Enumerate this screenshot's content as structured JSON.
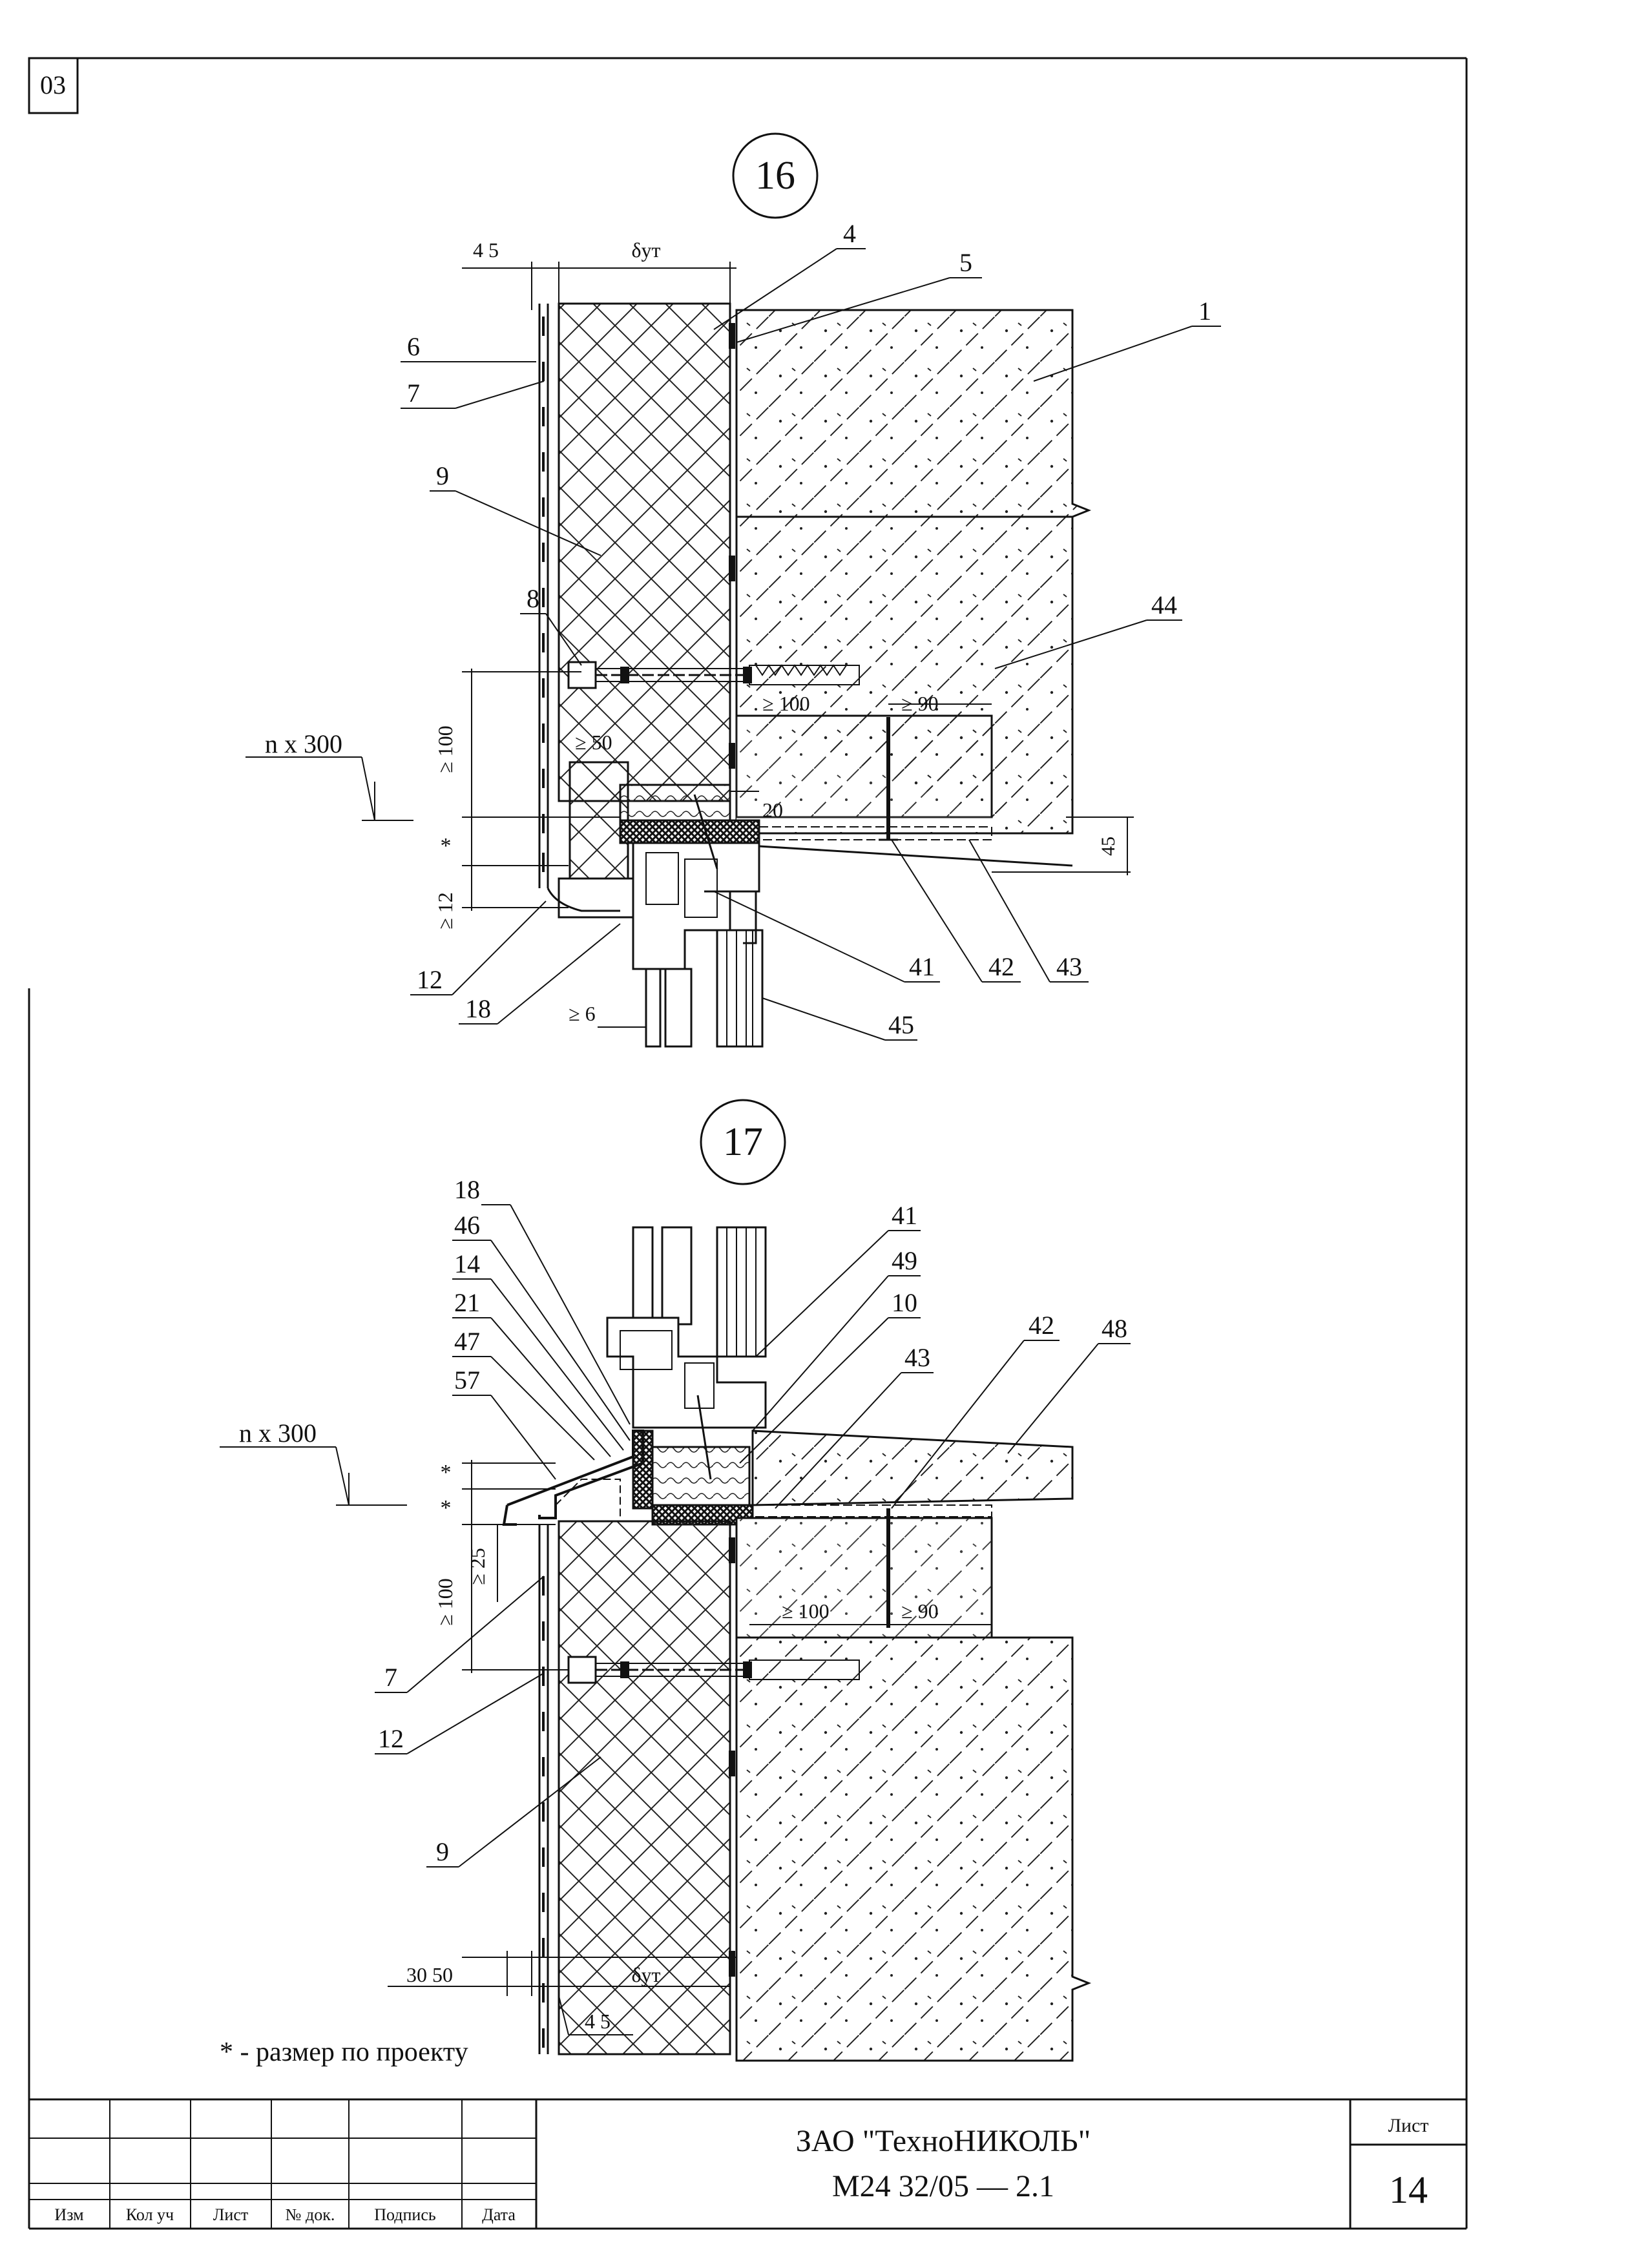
{
  "sheet_code": "03",
  "note": "* - размер по проекту",
  "detail16": {
    "number": "16",
    "dim_top_left": "4 5",
    "dim_top_ins": "δут",
    "module": "n x 300",
    "dims": [
      "≥ 100",
      "≥ 50",
      "*",
      "≥ 12",
      "≥ 100",
      "≥ 90",
      "20",
      "45",
      "≥ 6"
    ],
    "callouts": [
      "4",
      "5",
      "1",
      "6",
      "7",
      "9",
      "8",
      "44",
      "12",
      "18",
      "41",
      "42",
      "43",
      "45"
    ]
  },
  "detail17": {
    "number": "17",
    "module": "n x 300",
    "dims": [
      "*",
      "*",
      "≥ 25",
      "≥ 100",
      "≥ 100",
      "≥ 90"
    ],
    "dim_bottom_left": "30  50",
    "dim_bottom_ins": "δут",
    "dim_bottom_small": "4 5",
    "callouts": [
      "18",
      "46",
      "14",
      "21",
      "47",
      "57",
      "41",
      "49",
      "10",
      "42",
      "48",
      "43",
      "7",
      "12",
      "9"
    ]
  },
  "title_block": {
    "company": "ЗАО \"ТехноНИКОЛЬ\"",
    "doc_code": "М24 32/05   —  2.1",
    "sheet_label": "Лист",
    "sheet_number": "14",
    "columns": [
      "Изм",
      "Кол уч",
      "Лист",
      "№ док.",
      "Подпись",
      "Дата"
    ]
  }
}
